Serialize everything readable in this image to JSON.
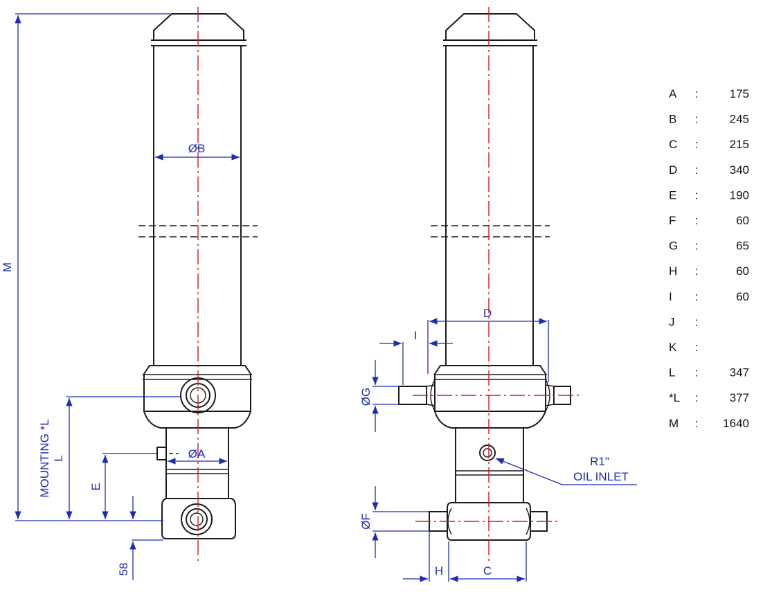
{
  "side_view": {
    "label_M": "M",
    "label_B": "ØB",
    "label_A": "ØA",
    "label_E": "E",
    "label_L": "L",
    "label_mounting": "MOUNTING *L",
    "label_58": "58"
  },
  "front_view": {
    "label_D": "D",
    "label_I": "I",
    "label_G": "ØG",
    "label_F": "ØF",
    "label_H": "H",
    "label_C": "C",
    "inlet_line1": "R1\"",
    "inlet_line2": "OIL INLET"
  },
  "dimensions_table": [
    {
      "key": "A",
      "sep": ":",
      "value": "175"
    },
    {
      "key": "B",
      "sep": ":",
      "value": "245"
    },
    {
      "key": "C",
      "sep": ":",
      "value": "215"
    },
    {
      "key": "D",
      "sep": ":",
      "value": "340"
    },
    {
      "key": "E",
      "sep": ":",
      "value": "190"
    },
    {
      "key": "F",
      "sep": ":",
      "value": "60"
    },
    {
      "key": "G",
      "sep": ":",
      "value": "65"
    },
    {
      "key": "H",
      "sep": ":",
      "value": "60"
    },
    {
      "key": "I",
      "sep": ":",
      "value": "60"
    },
    {
      "key": "J",
      "sep": ":",
      "value": ""
    },
    {
      "key": "K",
      "sep": ":",
      "value": ""
    },
    {
      "key": "L",
      "sep": ":",
      "value": "347"
    },
    {
      "key": "*L",
      "sep": ":",
      "value": "377"
    },
    {
      "key": "M",
      "sep": ":",
      "value": "1640"
    }
  ],
  "colors": {
    "outline": "#1a1a1a",
    "dimension": "#1f2bb0",
    "centerline": "#d11b1b"
  }
}
